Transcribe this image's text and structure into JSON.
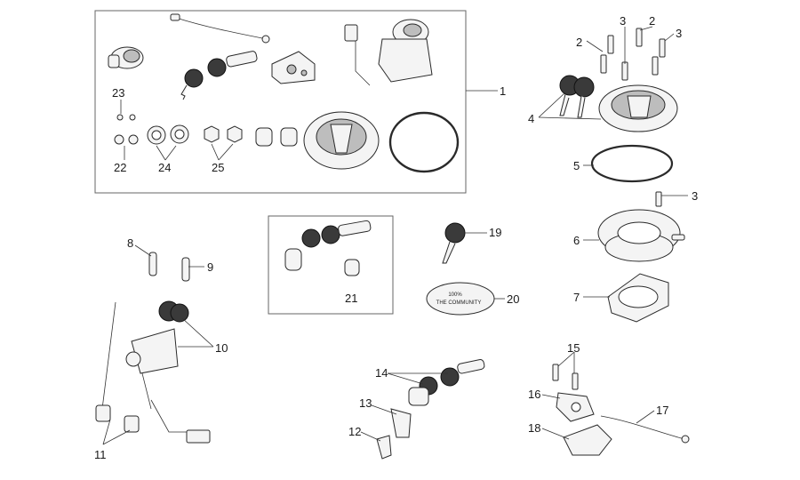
{
  "labels": {
    "l1": "1",
    "l2a": "2",
    "l2b": "2",
    "l3a": "3",
    "l3b": "3",
    "l3c": "3",
    "l4": "4",
    "l5": "5",
    "l6": "6",
    "l7": "7",
    "l8": "8",
    "l9": "9",
    "l10": "10",
    "l11": "11",
    "l12": "12",
    "l13": "13",
    "l14": "14",
    "l15": "15",
    "l16": "16",
    "l17": "17",
    "l18": "18",
    "l19": "19",
    "l20": "20",
    "l21": "21",
    "l22": "22",
    "l23": "23",
    "l24": "24",
    "l25": "25"
  },
  "badge": {
    "line1": "100%",
    "line2": "THE COMMUNITY"
  },
  "colors": {
    "line": "#2a2a2a",
    "fill_light": "#f4f4f4",
    "fill_dark": "#3a3a3a",
    "background": "#ffffff"
  }
}
